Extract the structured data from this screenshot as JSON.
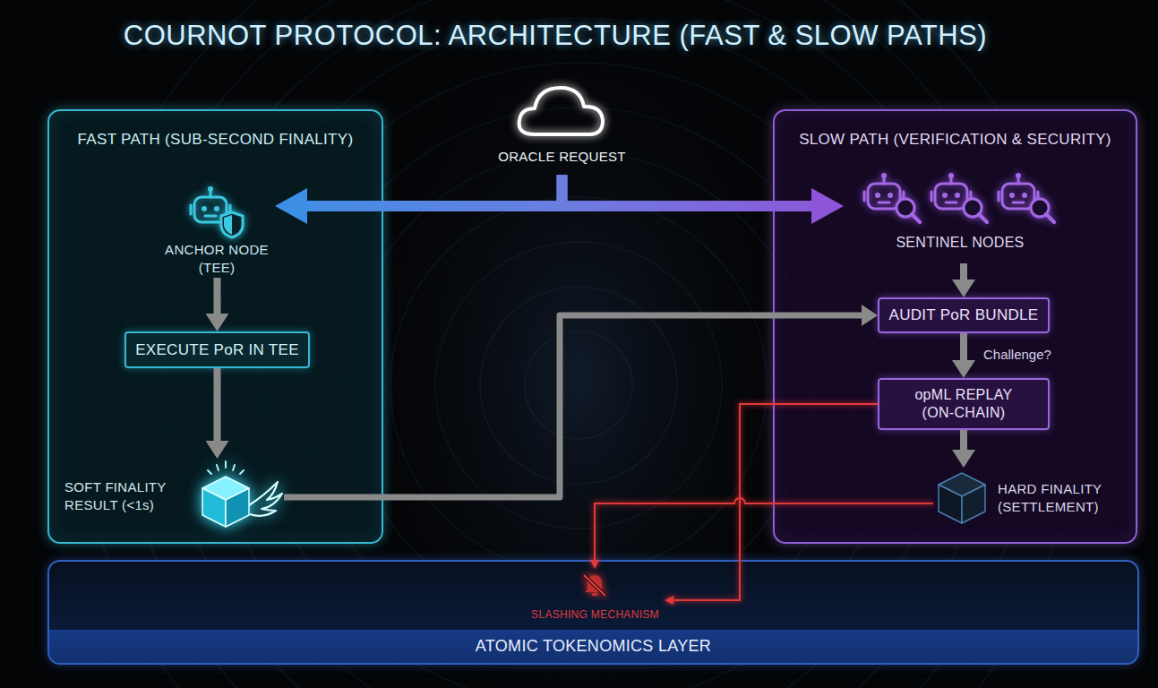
{
  "diagram": {
    "title": "COURNOT PROTOCOL: ARCHITECTURE (FAST & SLOW PATHS)",
    "nodes": [
      {
        "text": [
          "FAST PATH (SUB-SECOND FINALITY)"
        ]
      },
      {
        "text": [
          "ANCHOR NODE (TEE)"
        ],
        "in": 0
      },
      {
        "text": [
          "EXECUTE PoR IN TEE"
        ],
        "in": 0
      },
      {
        "text": [
          "SOFT FINALITY RESULT (<1s)"
        ],
        "in": 0
      },
      {
        "text": [
          "ORACLE REQUEST"
        ]
      },
      {
        "text": [
          "SLOW PATH (VERIFICATION & SECURITY)"
        ]
      },
      {
        "text": [
          "SENTINEL NODES"
        ],
        "in": 5
      },
      {
        "text": [
          "AUDIT PoR BUNDLE"
        ],
        "in": 5
      },
      {
        "text": [
          "opML REPLAY (ON-CHAIN)"
        ],
        "in": 5
      },
      {
        "text": [
          "HARD FINALITY (SETTLEMENT)"
        ],
        "in": 5
      },
      {
        "text": [
          "ATOMIC TOKENOMICS LAYER"
        ]
      },
      {
        "text": [
          "SLASHING MECHANISM"
        ],
        "in": 10
      }
    ],
    "edges": [
      {
        "from": 4,
        "to": 1,
        "arrow": "to"
      },
      {
        "from": 4,
        "to": 6,
        "arrow": "to"
      },
      {
        "from": 1,
        "to": 2,
        "arrow": "to"
      },
      {
        "from": 2,
        "to": 3,
        "arrow": "to"
      },
      {
        "from": 3,
        "to": 7,
        "arrow": "to"
      },
      {
        "from": 6,
        "to": 7,
        "arrow": "to"
      },
      {
        "from": 7,
        "to": 8,
        "label": "Challenge?",
        "arrow": "to"
      },
      {
        "from": 8,
        "to": 9,
        "arrow": "to"
      },
      {
        "from": 8,
        "to": 11,
        "arrow": "to"
      },
      {
        "from": 9,
        "to": 11,
        "arrow": "to"
      }
    ]
  }
}
